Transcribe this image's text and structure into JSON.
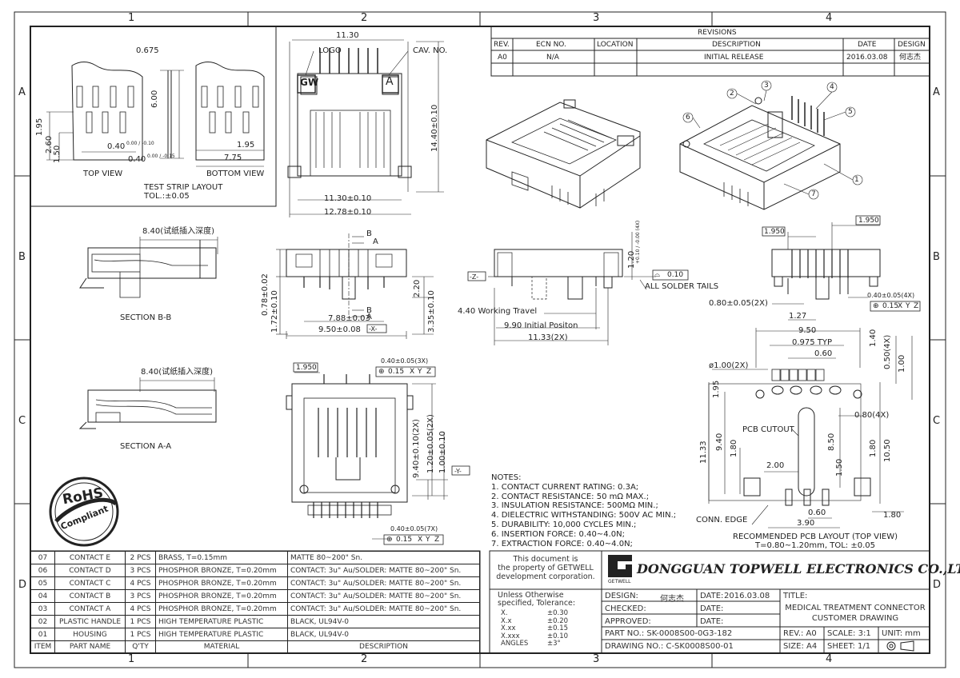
{
  "frame": {
    "columns": [
      "1",
      "2",
      "3",
      "4"
    ],
    "rows": [
      "A",
      "B",
      "C",
      "D"
    ]
  },
  "revisions": {
    "title": "REVISIONS",
    "headers": [
      "REV.",
      "ECN NO.",
      "LOCATION",
      "DESCRIPTION",
      "DATE",
      "DESIGN"
    ],
    "rows": [
      [
        "A0",
        "N/A",
        "",
        "INITIAL RELEASE",
        "2016.03.08",
        "何志杰"
      ]
    ]
  },
  "test_strip": {
    "dim_0675": "0.675",
    "dim_600": "6.00",
    "dim_195": "1.95",
    "dim_260": "2.60",
    "dim_150": "1.50",
    "dim_040a": "0.40",
    "dim_040a_tol": "0.00 / -0.10",
    "dim_040b": "0.40",
    "dim_040b_tol": "0.00 / -0.15",
    "dim_195b": "1.95",
    "dim_775": "7.75",
    "top_view": "TOP VIEW",
    "bottom_view": "BOTTOM VIEW",
    "title": "TEST STRIP LAYOUT",
    "tol": "TOL.:±0.05"
  },
  "front_view": {
    "dim_top": "11.30",
    "logo": "LOGO",
    "cav": "CAV. NO.",
    "gw": "GW",
    "a": "A",
    "dim_1440": "14.40±0.10",
    "dim_1130": "11.30±0.10",
    "dim_1278": "12.78±0.10"
  },
  "section_bb": {
    "dim": "8.40(试纸插入深度)",
    "label": "SECTION B-B"
  },
  "section_aa": {
    "dim": "8.40(试纸插入深度)",
    "label": "SECTION A-A"
  },
  "side_view": {
    "b_top": "B",
    "a_top": "A",
    "b_bot": "B",
    "a_bot": "A",
    "dim_078": "0.78±0.02",
    "dim_172": "1.72±0.10",
    "dim_788": "7.88±0.03",
    "dim_950": "9.50±0.08",
    "datum_x": "-X-",
    "dim_220": "2.20",
    "dim_335": "3.35±0.10"
  },
  "travel_view": {
    "datum_z": "-Z-",
    "dim_120": "1.20",
    "dim_120_tol": "+0.10 / -0.00 (4X)",
    "flatness": "0.10",
    "solder": "ALL SOLDER TAILS",
    "dim_440": "4.40 Working Travel",
    "dim_990": "9.90 Initial Positon",
    "dim_1133": "11.33(2X)"
  },
  "rear_view": {
    "dim_1950a": "1.950",
    "dim_1950b": "1.950",
    "dim_080": "0.80±0.05(2X)",
    "dim_127": "1.27",
    "dim_040": "0.40±0.05(4X)",
    "fcf": [
      "⊕",
      "0.15",
      "X",
      "Y",
      "Z"
    ]
  },
  "bottom_view_drawing": {
    "dim_1950": "1.950",
    "dim_040_3x": "0.40±0.05(3X)",
    "fcf_top": [
      "⊕",
      "0.15",
      "X",
      "Y",
      "Z"
    ],
    "dim_940": "9.40±0.10(2X)",
    "dim_120": "1.20±0.05(2X)",
    "dim_100": "1.00±0.10",
    "datum_y": "-Y-",
    "dim_040_7x": "0.40±0.05(7X)",
    "fcf_bot": [
      "⊕",
      "0.15",
      "X",
      "Y",
      "Z"
    ]
  },
  "pcb_layout": {
    "dim_950": "9.50",
    "dim_0975": "0.975 TYP",
    "dim_060": "0.60",
    "dim_140": "1.40",
    "dim_050": "0.50(4X)",
    "dim_100": "1.00",
    "hole": "ø1.00(2X)",
    "dim_195": "1.95",
    "dim_080": "0.80(4X)",
    "cutout": "PCB CUTOUT",
    "dim_1133": "11.33",
    "dim_940": "9.40",
    "dim_180a": "1.80",
    "dim_200": "2.00",
    "dim_850": "8.50",
    "dim_150": "1.50",
    "dim_180b": "1.80",
    "dim_1050": "10.50",
    "dim_060b": "0.60",
    "dim_390": "3.90",
    "dim_180c": "1.80",
    "conn_edge": "CONN. EDGE",
    "title": "RECOMMENDED PCB LAYOUT (TOP VIEW)",
    "sub": "T=0.80~1.20mm, TOL: ±0.05"
  },
  "balloons": [
    "1",
    "2",
    "3",
    "4",
    "5",
    "6",
    "7"
  ],
  "notes": {
    "title": "NOTES:",
    "items": [
      "1. CONTACT CURRENT RATING: 0.3A;",
      "2. CONTACT RESISTANCE: 50 mΩ MAX.;",
      "3. INSULATION RESISTANCE: 500MΩ MIN.;",
      "4. DIELECTRIC WITHSTANDING: 500V AC MIN.;",
      "5. DURABILITY: 10,000 CYCLES MIN.;",
      "6. INSERTION FORCE: 0.40~4.0N;",
      "7. EXTRACTION FORCE: 0.40~4.0N;"
    ]
  },
  "rohs": {
    "top": "RoHS",
    "bottom": "Compliant"
  },
  "bom": {
    "headers": [
      "ITEM",
      "PART NAME",
      "Q'TY",
      "MATERIAL",
      "DESCRIPTION"
    ],
    "rows": [
      [
        "07",
        "CONTACT E",
        "2 PCS",
        "BRASS, T=0.15mm",
        "MATTE 80~200\" Sn."
      ],
      [
        "06",
        "CONTACT D",
        "3 PCS",
        "PHOSPHOR BRONZE, T=0.20mm",
        "CONTACT: 3u\" Au/SOLDER: MATTE 80~200\" Sn."
      ],
      [
        "05",
        "CONTACT C",
        "4 PCS",
        "PHOSPHOR BRONZE, T=0.20mm",
        "CONTACT: 3u\" Au/SOLDER: MATTE 80~200\" Sn."
      ],
      [
        "04",
        "CONTACT B",
        "3 PCS",
        "PHOSPHOR BRONZE, T=0.20mm",
        "CONTACT: 3u\" Au/SOLDER: MATTE 80~200\" Sn."
      ],
      [
        "03",
        "CONTACT A",
        "4 PCS",
        "PHOSPHOR BRONZE, T=0.20mm",
        "CONTACT: 3u\" Au/SOLDER: MATTE 80~200\" Sn."
      ],
      [
        "02",
        "PLASTIC HANDLE",
        "1 PCS",
        "HIGH TEMPERATURE PLASTIC",
        "BLACK, UL94V-0"
      ],
      [
        "01",
        "HOUSING",
        "1 PCS",
        "HIGH TEMPERATURE PLASTIC",
        "BLACK, UL94V-0"
      ]
    ]
  },
  "title_block": {
    "property": [
      "This document is",
      "the property of GETWELL",
      "development corporation."
    ],
    "company": "DONGGUAN TOPWELL ELECTRONICS CO.,LTD.",
    "brand": "GETWELL",
    "tolerance": [
      "Unless Otherwise",
      "specified, Tolerance:"
    ],
    "tol_rows": [
      [
        "X.",
        "±0.30"
      ],
      [
        "X.x",
        "±0.20"
      ],
      [
        "X.xx",
        "±0.15"
      ],
      [
        "X.xxx",
        "±0.10"
      ],
      [
        "ANGLES",
        "±3°"
      ]
    ],
    "design_label": "DESIGN:",
    "design_value": "何志杰",
    "date_label": "DATE:",
    "date_value": "2016.03.08",
    "title_label": "TITLE:",
    "checked_label": "CHECKED:",
    "approved_label": "APPROVED:",
    "title_line1": "MEDICAL TREATMENT CONNECTOR",
    "title_line2": "CUSTOMER DRAWING",
    "part_no": "PART NO.: SK-0008S00-0G3-182",
    "rev": "REV.: A0",
    "scale": "SCALE: 3:1",
    "unit": "UNIT: mm",
    "drawing_no": "DRAWING NO.: C-SK0008S00-01",
    "size": "SIZE: A4",
    "sheet": "SHEET: 1/1"
  }
}
